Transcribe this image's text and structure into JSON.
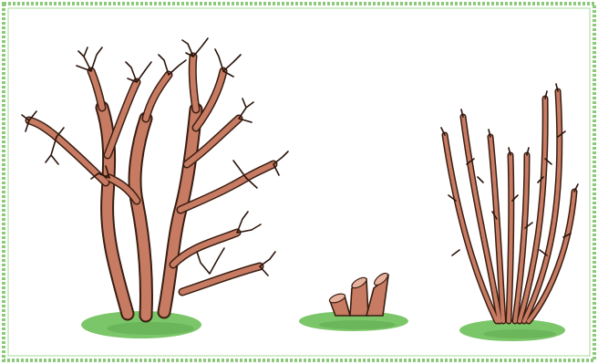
{
  "scene": {
    "panels": [
      "overgrown-shrub",
      "hard-pruned-stumps",
      "regrown-shrub"
    ],
    "colors": {
      "frame": "#8cc97a",
      "ground": "#7cc66a",
      "bark": "#c77b62",
      "outline": "#3a1e12",
      "background": "#ffffff"
    }
  }
}
